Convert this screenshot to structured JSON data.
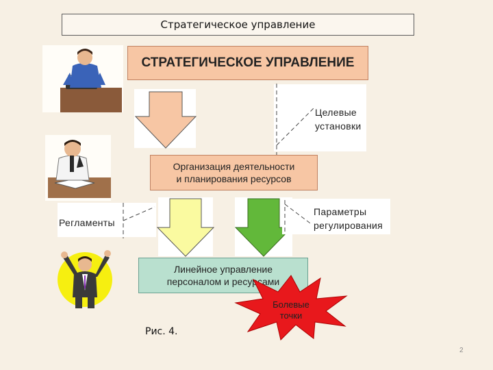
{
  "header": {
    "title": "Стратегическое управление"
  },
  "diagram": {
    "main_box": "СТРАТЕГИЧЕСКОЕ УПРАВЛЕНИЕ",
    "target_settings": [
      "Целевые",
      "установки"
    ],
    "organization": [
      "Организация  деятельности",
      "и планирования ресурсов"
    ],
    "regulations": "Регламенты",
    "regulation_params": [
      "Параметры",
      "регулирования"
    ],
    "line_management": [
      "Линейное управление",
      "персоналом и ресурсами"
    ],
    "pain_points": [
      "Болевые",
      "точки"
    ]
  },
  "caption": "Рис. 4.",
  "page_number": "2",
  "colors": {
    "background": "#f7f0e4",
    "box_peach": "#f7c6a4",
    "box_mint": "#b9e0cf",
    "arrow_yellow": "#fafaa0",
    "arrow_green": "#62b83a",
    "burst_red": "#e8181c"
  }
}
